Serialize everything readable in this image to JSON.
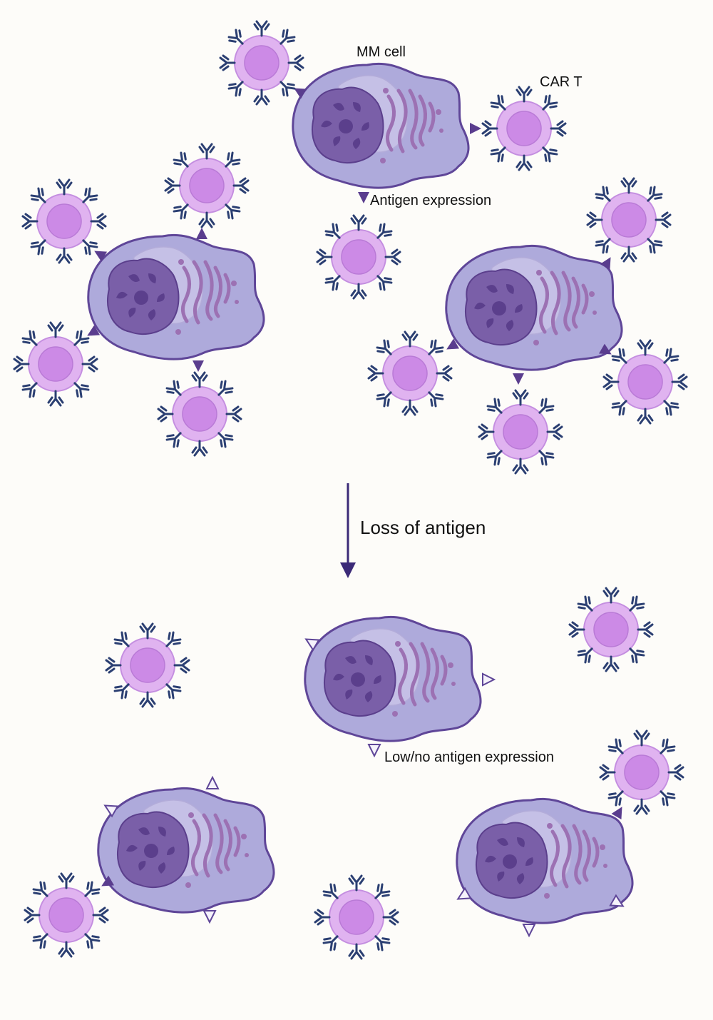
{
  "labels": {
    "mm_cell": "MM cell",
    "car_t": "CAR T",
    "antigen_expression": "Antigen expression",
    "loss_of_antigen": "Loss of antigen",
    "low_no_antigen": "Low/no antigen expression"
  },
  "colors": {
    "cell_body": "#aeaadb",
    "cell_outline": "#5f4698",
    "nucleus": "#7a5fa8",
    "nucleus_dark": "#5b3f8c",
    "er": "#9c71b3",
    "cart_outer": "#e0b3f0",
    "cart_inner": "#cc8ae6",
    "antibody": "#2b3f72",
    "antigen": "#5a3d8e",
    "arrow": "#3b2a78"
  }
}
